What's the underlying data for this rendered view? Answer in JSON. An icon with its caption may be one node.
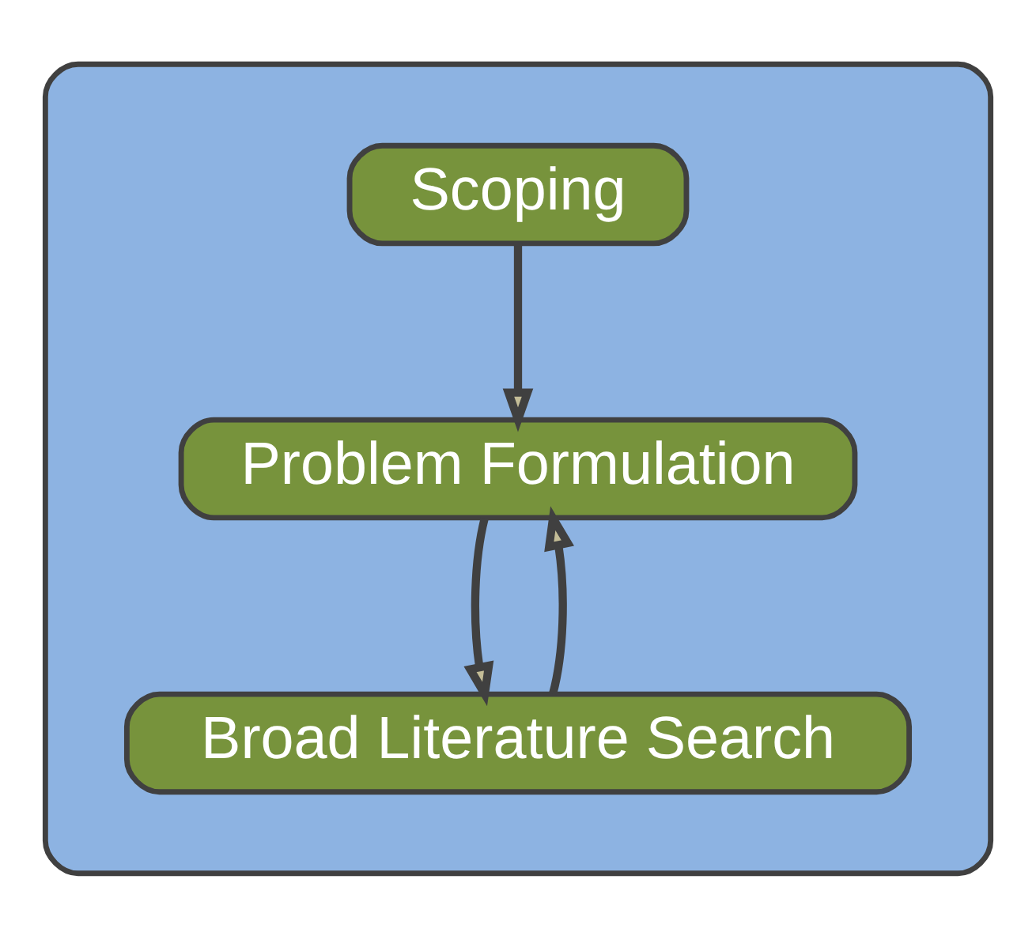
{
  "diagram": {
    "nodes": [
      {
        "text": [],
        "shape": "box"
      },
      {
        "text": [
          "Scoping"
        ],
        "in": 0
      },
      {
        "text": [
          "Problem Formulation"
        ],
        "in": 0
      },
      {
        "text": [
          "Broad Literature Search"
        ],
        "in": 0
      }
    ],
    "edges": [
      {
        "from": 1,
        "to": 2,
        "arrow": "to"
      },
      {
        "from": 2,
        "to": 3,
        "arrow": "to"
      },
      {
        "from": 3,
        "to": 2,
        "arrow": "to"
      }
    ]
  }
}
